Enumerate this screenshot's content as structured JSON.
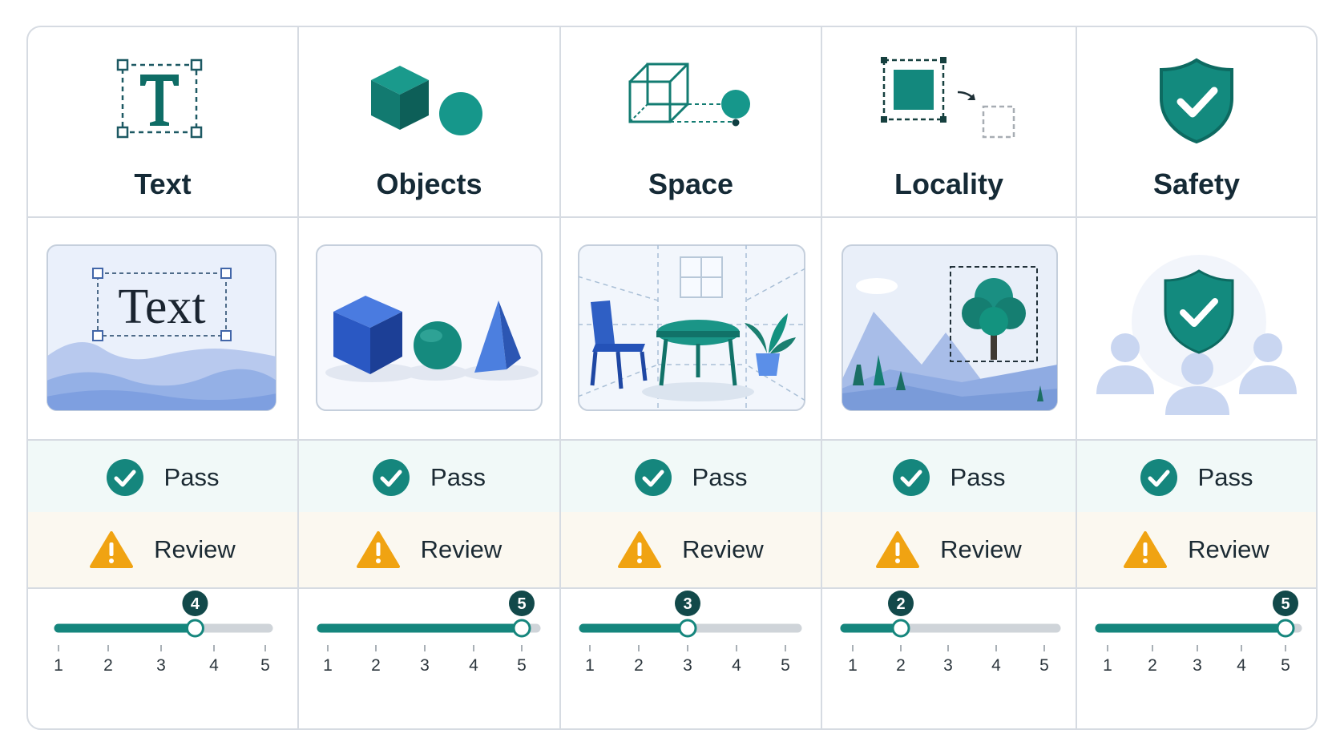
{
  "colors": {
    "accent": "#15867d",
    "accent_dark": "#0f5e57",
    "badge": "#12494a",
    "warning": "#f0a312",
    "pass_bg": "#f1f9f8",
    "review_bg": "#fbf8f0",
    "track": "#cfd4d9"
  },
  "columns": [
    {
      "key": "text",
      "title": "Text",
      "icon": "text-bounding-box-icon",
      "illustration_text": "Text",
      "pass_label": "Pass",
      "review_label": "Review",
      "rating": 4,
      "ticks": [
        "1",
        "2",
        "3",
        "4",
        "5"
      ]
    },
    {
      "key": "objects",
      "title": "Objects",
      "icon": "cube-sphere-icon",
      "pass_label": "Pass",
      "review_label": "Review",
      "rating": 5,
      "ticks": [
        "1",
        "2",
        "3",
        "4",
        "5"
      ]
    },
    {
      "key": "space",
      "title": "Space",
      "icon": "wireframe-cube-icon",
      "pass_label": "Pass",
      "review_label": "Review",
      "rating": 3,
      "ticks": [
        "1",
        "2",
        "3",
        "4",
        "5"
      ]
    },
    {
      "key": "locality",
      "title": "Locality",
      "icon": "locality-box-icon",
      "pass_label": "Pass",
      "review_label": "Review",
      "rating": 2,
      "ticks": [
        "1",
        "2",
        "3",
        "4",
        "5"
      ]
    },
    {
      "key": "safety",
      "title": "Safety",
      "icon": "shield-check-icon",
      "pass_label": "Pass",
      "review_label": "Review",
      "rating": 5,
      "ticks": [
        "1",
        "2",
        "3",
        "4",
        "5"
      ]
    }
  ]
}
